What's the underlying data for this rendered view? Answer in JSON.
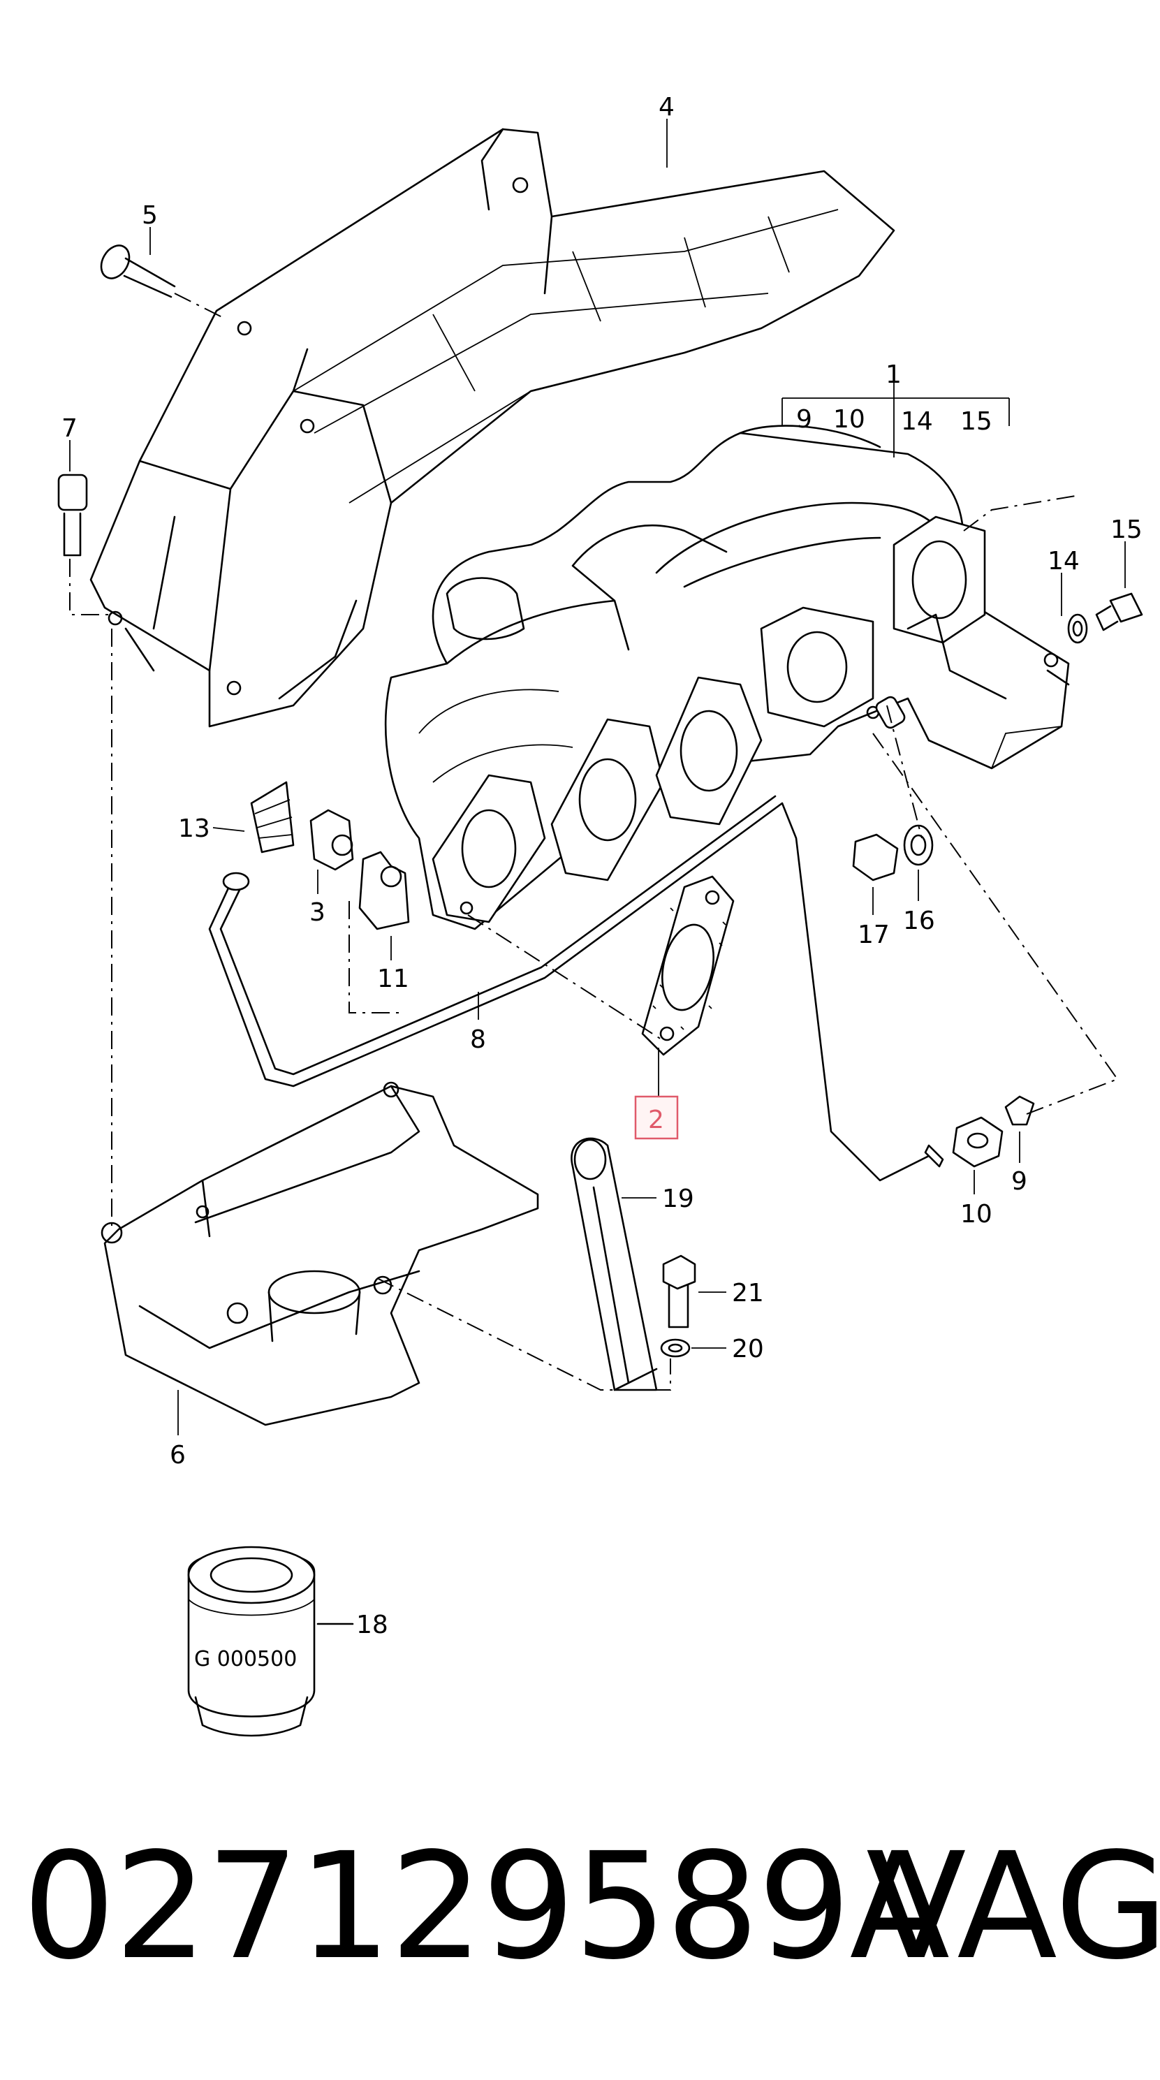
{
  "diagram": {
    "callouts": {
      "c1": "1",
      "c2": "2",
      "c3": "3",
      "c4": "4",
      "c5": "5",
      "c6": "6",
      "c7": "7",
      "c8": "8",
      "c9a": "9",
      "c9b": "9",
      "c10a": "10",
      "c10b": "10",
      "c11": "11",
      "c13": "13",
      "c14a": "14",
      "c14b": "14",
      "c15a": "15",
      "c15b": "15",
      "c16": "16",
      "c17": "17",
      "c18": "18",
      "c19": "19",
      "c20": "20",
      "c21": "21"
    },
    "filter_marking": "G 000500",
    "highlight_color": "#e05a6a"
  },
  "footer": {
    "part_number": "027129589A",
    "brand": "VAG"
  }
}
